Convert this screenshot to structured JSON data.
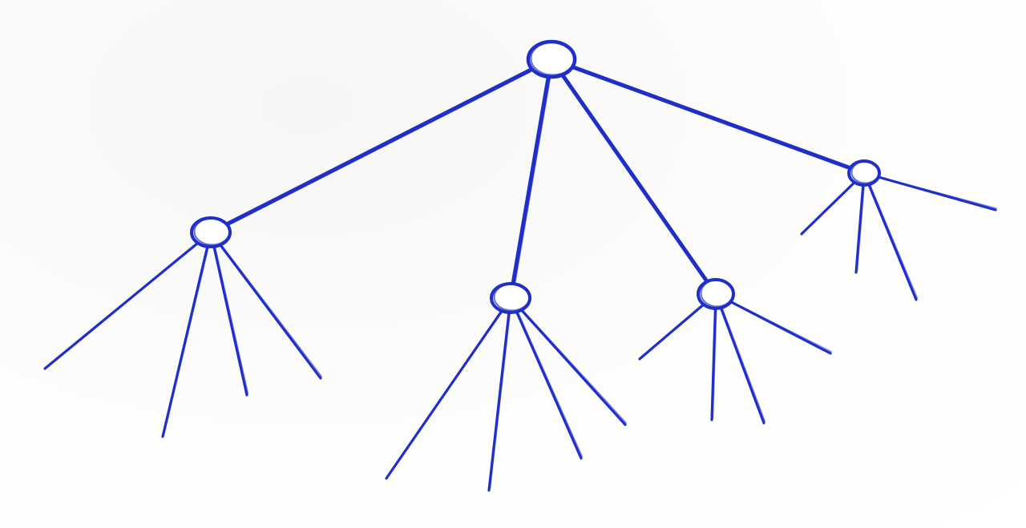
{
  "diagram": {
    "kind": "hand-drawn tree",
    "ink_color": "#1f2fc8",
    "background": "#fbfbf9",
    "root": {
      "children": [
        {
          "leaf_count": 4
        },
        {
          "leaf_count": 4
        },
        {
          "leaf_count": 4
        },
        {
          "leaf_count": 4
        }
      ]
    }
  }
}
